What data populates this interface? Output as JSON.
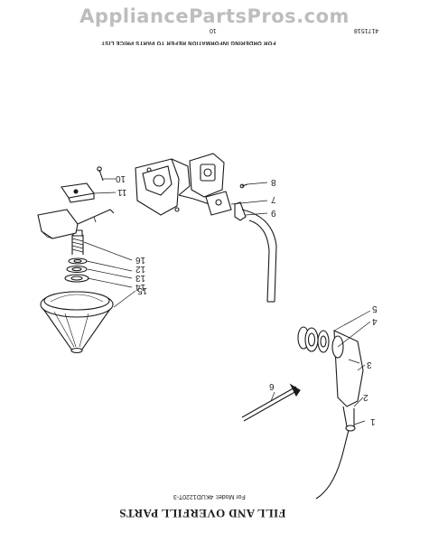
{
  "watermark": "AppliancePartsPros.com",
  "header": {
    "page_number": "10",
    "code": "4171518",
    "ordering_info": "FOR ORDERING INFORMATION REFER TO PARTS PRICE LIST"
  },
  "footer": {
    "model_line": "For Model: 4KUD1220T-3",
    "title": "FILL AND OVERFILL PARTS"
  },
  "callouts": [
    "1",
    "2",
    "3",
    "4",
    "5",
    "6",
    "7",
    "8",
    "9",
    "10",
    "11",
    "12",
    "13",
    "14",
    "15",
    "16"
  ]
}
